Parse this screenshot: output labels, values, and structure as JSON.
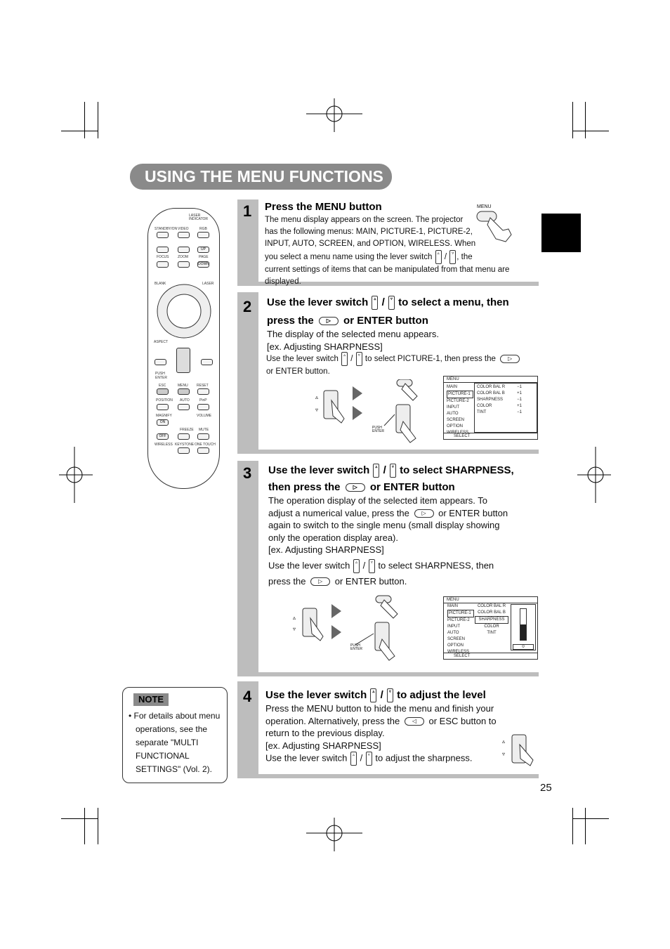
{
  "page": {
    "title": "USING THE MENU FUNCTIONS",
    "page_number": "25"
  },
  "step1": {
    "number": "1",
    "heading": "Press the MENU button",
    "line1": "The menu display appears on the screen. The projector",
    "line2": "has the following menus: MAIN, PICTURE-1, PICTURE-2,",
    "line3": "INPUT, AUTO, SCREEN, and OPTION, WIRELESS. When",
    "line4a": "you select a menu name using the lever switch",
    "line4b": ", the",
    "line5": "current settings of items that can be manipulated from that menu are displayed.",
    "menu_label": "MENU"
  },
  "step2": {
    "number": "2",
    "heading_a": "Use the lever switch",
    "heading_b": "to select a menu, then",
    "heading_c": "press the",
    "heading_d": "or ENTER button",
    "line1": "The display of the selected menu appears.",
    "line2": "[ex. Adjusting SHARPNESS]",
    "line3a": "Use the lever switch",
    "line3b": "to select PICTURE-1, then press the",
    "line4": "or ENTER button.",
    "push_enter": "PUSH\nENTER",
    "screen": {
      "header": "MENU",
      "menu_items": [
        "MAIN",
        "PICTURE-1",
        "PICTURE-2",
        "INPUT",
        "AUTO",
        "SCREEN",
        "OPTION",
        "WIRELESS"
      ],
      "settings": [
        {
          "name": "COLOR BAL R",
          "value": "−1"
        },
        {
          "name": "COLOR BAL B",
          "value": "+1"
        },
        {
          "name": "SHARPNESS",
          "value": "−1"
        },
        {
          "name": "COLOR",
          "value": "+1"
        },
        {
          "name": "TINT",
          "value": "−1"
        }
      ],
      "footer": "SELECT"
    }
  },
  "step3": {
    "number": "3",
    "heading_a": "Use the lever switch",
    "heading_b": "to select SHARPNESS,",
    "heading_c": "then press the",
    "heading_d": "or ENTER button",
    "line1": "The operation display of the selected item appears. To",
    "line2a": "adjust a numerical value, press the",
    "line2b": "or ENTER button",
    "line3": "again to switch to the single menu (small display showing",
    "line4": "only the operation display area).",
    "line5": "[ex. Adjusting SHARPNESS]",
    "line6a": "Use the lever switch",
    "line6b": "to select SHARPNESS, then",
    "line7a": "press the",
    "line7b": "or ENTER button.",
    "push_enter": "PUSH\nENTER",
    "screen": {
      "header": "MENU",
      "menu_items": [
        "MAIN",
        "PICTURE-1",
        "PICTURE-2",
        "INPUT",
        "AUTO",
        "SCREEN",
        "OPTION",
        "WIRELESS"
      ],
      "settings": [
        "COLOR BAL R",
        "COLOR BAL B",
        "SHARPNESS",
        "COLOR",
        "TINT"
      ],
      "slider_value": "0",
      "footer": "SELECT"
    }
  },
  "step4": {
    "number": "4",
    "heading_a": "Use the lever switch",
    "heading_b": "to adjust the level",
    "line1": "Press the MENU button to hide the menu and finish your",
    "line2a": "operation. Alternatively, press the",
    "line2b": "or ESC button to",
    "line3": "return to the previous display.",
    "line4": "[ex. Adjusting SHARPNESS]",
    "line5a": "Use the lever switch",
    "line5b": "to adjust the sharpness."
  },
  "note": {
    "label": "NOTE",
    "lines": [
      "• For details about menu",
      "operations, see the",
      "separate \"MULTI",
      "FUNCTIONAL",
      "SETTINGS\" (Vol. 2)."
    ]
  },
  "remote": {
    "laser_indicator": "LASER INDICATOR",
    "standby": "STANDBY/ON",
    "video": "VIDEO",
    "rgb": "RGB",
    "focus": "FOCUS",
    "zoom": "ZOOM",
    "page": "PAGE",
    "up": "UP",
    "down": "DOWN",
    "blank": "BLANK",
    "laser": "LASER",
    "aspect": "ASPECT",
    "push_enter": "PUSH ENTER",
    "esc": "ESC",
    "menu": "MENU",
    "reset": "RESET",
    "position": "POSITION",
    "auto": "AUTO",
    "pinp": "PinP",
    "magnify": "MAGNIFY",
    "on": "ON",
    "off": "OFF",
    "volume": "VOLUME",
    "freeze": "FREEZE",
    "mute": "MUTE",
    "wireless": "WIRELESS",
    "keystone": "KEYSTONE",
    "one_touch": "ONE TOUCH"
  }
}
